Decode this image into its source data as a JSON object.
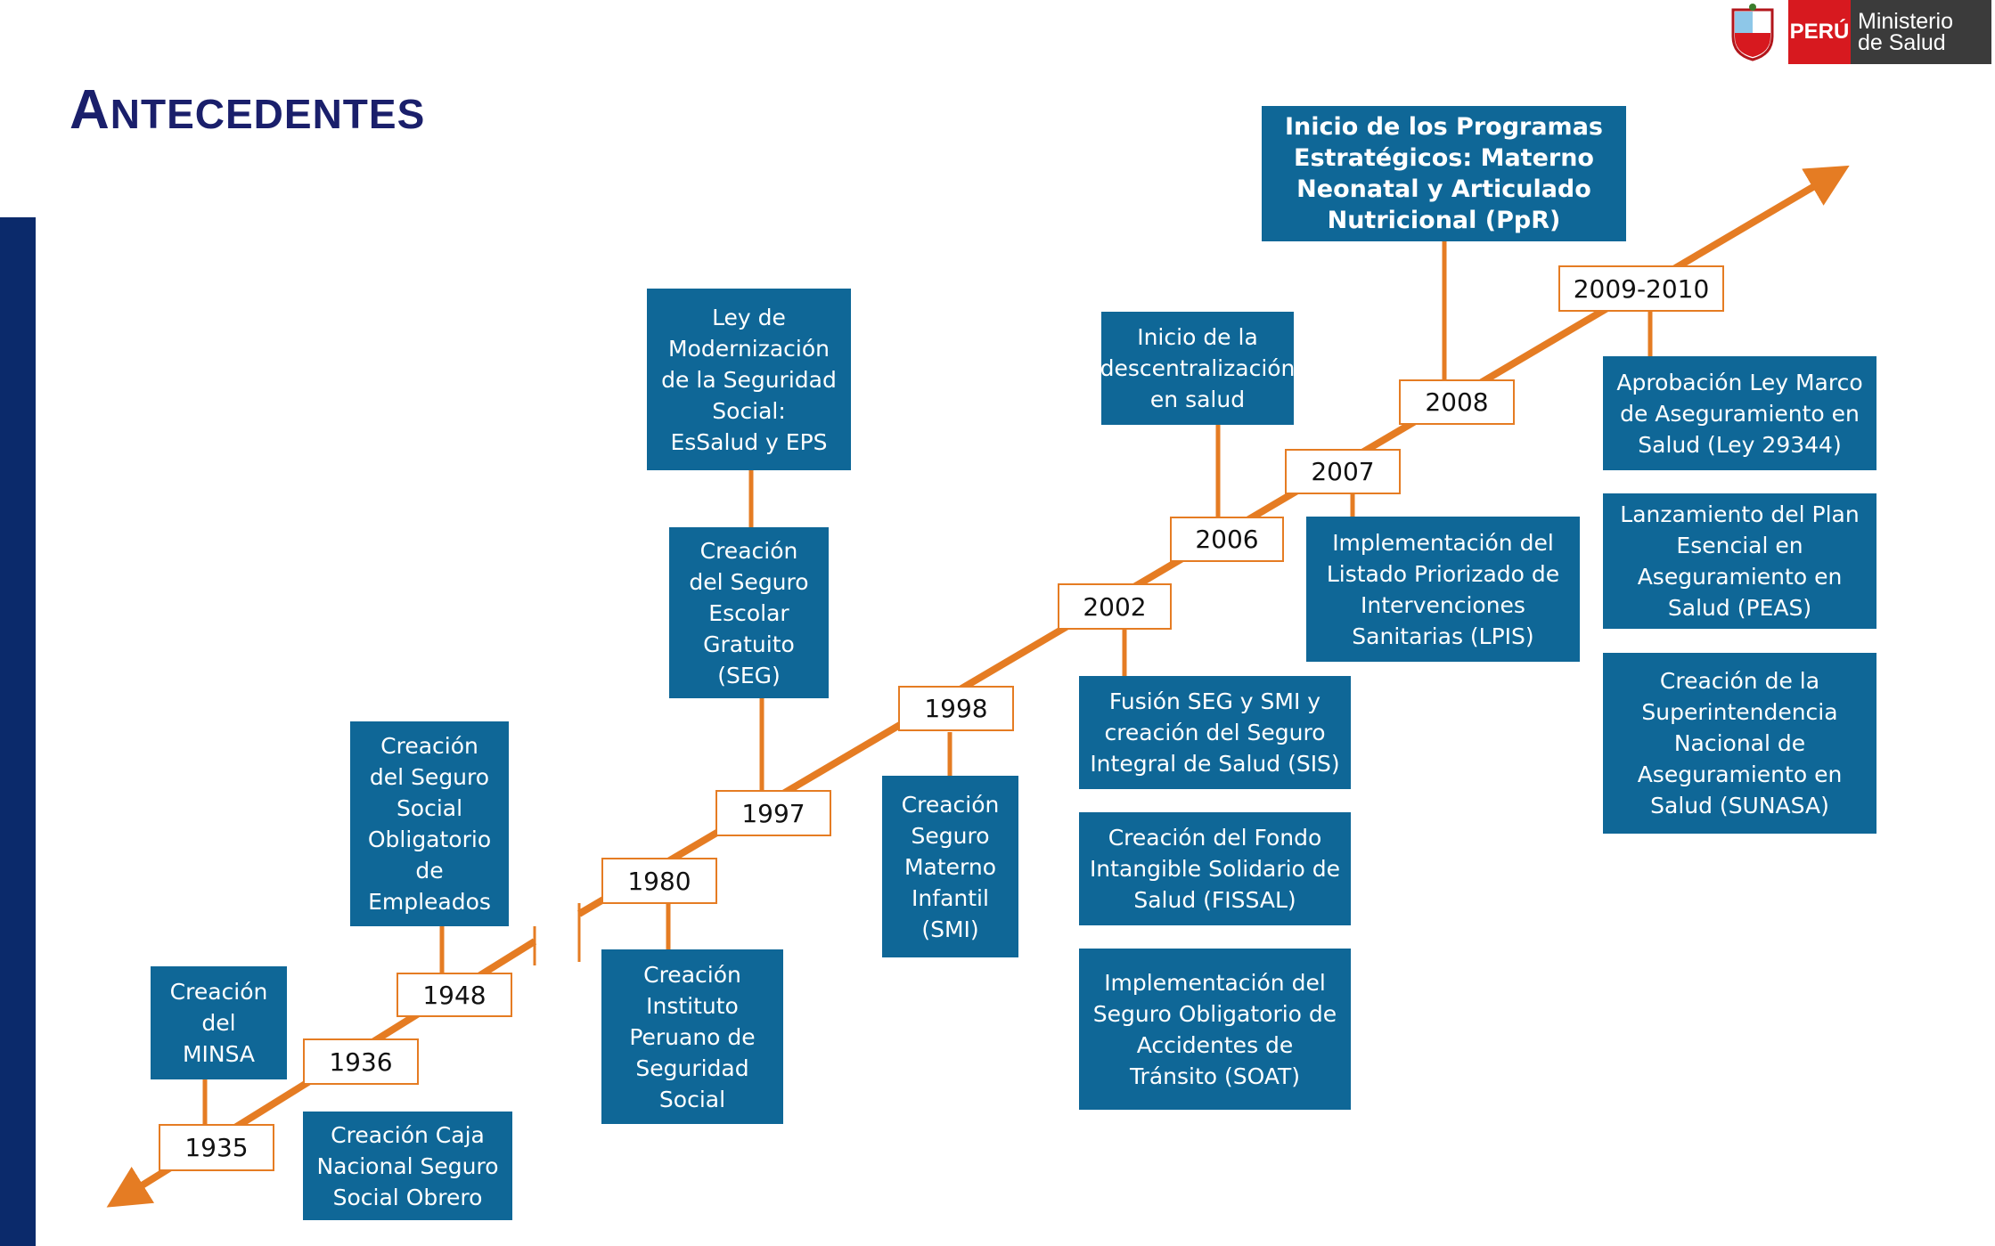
{
  "title": {
    "first_letter": "A",
    "rest": "NTECEDENTES"
  },
  "logo": {
    "country": "PERÚ",
    "ministry_line1": "Ministerio",
    "ministry_line2": "de Salud"
  },
  "colors": {
    "box": "#0f6797",
    "line": "#e57c23",
    "title": "#1a1f6b",
    "side_bar": "#0b2a6b"
  },
  "timeline": {
    "years": [
      "1935",
      "1936",
      "1948",
      "1980",
      "1997",
      "1998",
      "2002",
      "2006",
      "2007",
      "2008",
      "2009-2010"
    ],
    "events": [
      {
        "year": "1935",
        "text": "Creación\ndel\nMINSA"
      },
      {
        "year": "1936",
        "text": "Creación Caja\nNacional Seguro\nSocial Obrero"
      },
      {
        "year": "1948",
        "text": "Creación\ndel Seguro\nSocial\nObligatorio\nde\nEmpleados"
      },
      {
        "year": "1980",
        "text": "Creación\nInstituto\nPeruano de\nSeguridad\nSocial"
      },
      {
        "year": "1997",
        "text": "Creación\ndel Seguro\nEscolar\nGratuito\n(SEG)"
      },
      {
        "year": "1997",
        "text": "Ley de\nModernización\nde la Seguridad\nSocial:\nEsSalud y EPS"
      },
      {
        "year": "1998",
        "text": "Creación\nSeguro\nMaterno\nInfantil\n(SMI)"
      },
      {
        "year": "2002",
        "text": "Fusión SEG y SMI y\ncreación del Seguro\nIntegral de Salud (SIS)"
      },
      {
        "year": "2002",
        "text": "Creación del Fondo\nIntangible Solidario de\nSalud (FISSAL)"
      },
      {
        "year": "2002",
        "text": "Implementación del\nSeguro Obligatorio de\nAccidentes de\nTránsito (SOAT)"
      },
      {
        "year": "2006",
        "text": "Inicio de la\ndescentralización\nen salud"
      },
      {
        "year": "2007",
        "text": "Implementación del\nListado Priorizado de\nIntervenciones\nSanitarias (LPIS)"
      },
      {
        "year": "2008",
        "text": "Inicio de los Programas\nEstratégicos: Materno\nNeonatal y Articulado\nNutricional (PpR)"
      },
      {
        "year": "2009-2010",
        "text": "Aprobación Ley Marco\nde Aseguramiento en\nSalud (Ley 29344)"
      },
      {
        "year": "2009-2010",
        "text": "Lanzamiento del Plan\nEsencial en\nAseguramiento en\nSalud (PEAS)"
      },
      {
        "year": "2009-2010",
        "text": "Creación de la\nSuperintendencia\nNacional de\nAseguramiento en\nSalud (SUNASA)"
      }
    ]
  }
}
